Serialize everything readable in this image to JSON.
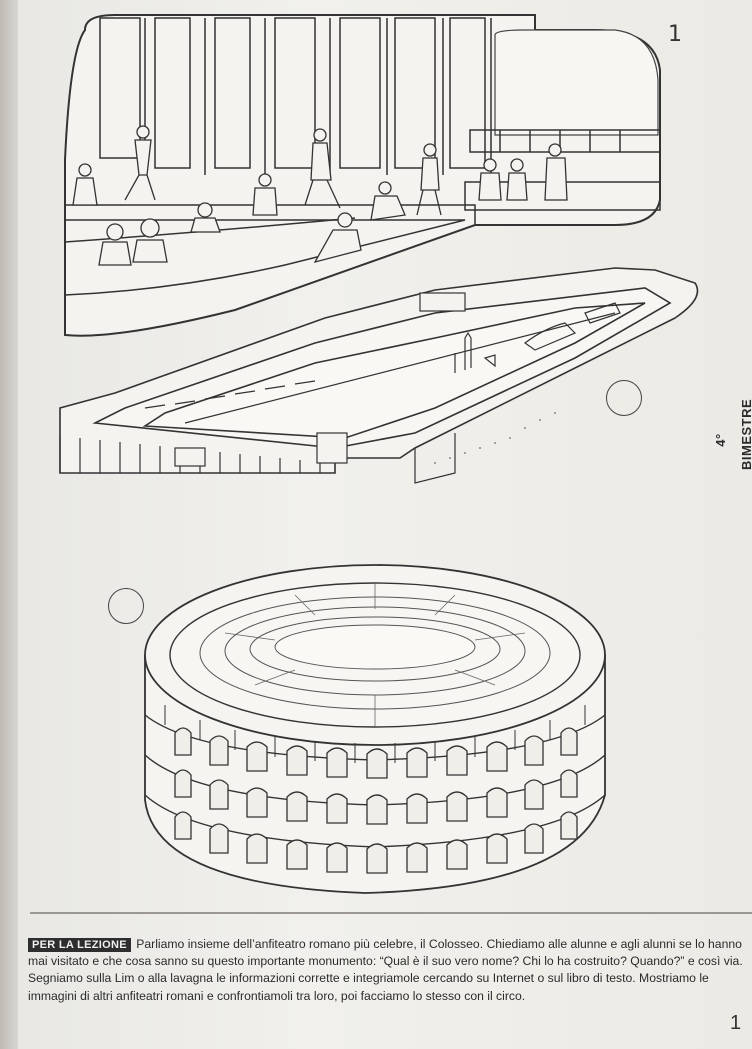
{
  "page": {
    "number_top": "1",
    "badge": "4° BIMESTRE",
    "number_bottom": "1"
  },
  "lesson": {
    "label": "PER LA LEZIONE",
    "text": "Parliamo insieme dell’anfiteatro romano più celebre, il Colosseo. Chiediamo alle alunne e agli alunni se lo hanno mai visitato e che cosa sanno su questo importante monumento: “Qual è il suo vero nome? Chi lo ha costruito? Quando?” e così via. Segniamo sulla Lim o alla lavagna le informazioni corrette e integriamole cercando su Internet o sul libro di testo. Mostriamo le immagini di altri anfiteatri romani e confrontiamoli tra loro, poi facciamo lo stesso con il circo."
  },
  "illustrations": {
    "baths": "bath-scene-icon",
    "circus": "circus-maximus-icon",
    "colosseum": "colosseum-icon"
  }
}
